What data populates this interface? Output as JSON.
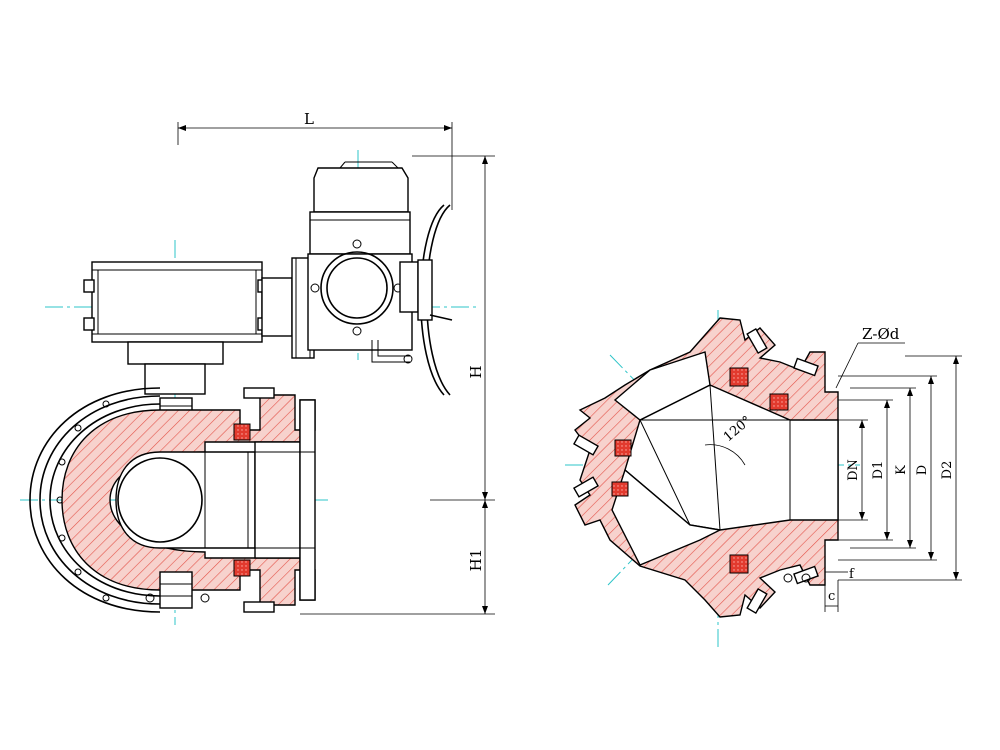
{
  "labels": {
    "L": "L",
    "H": "H",
    "H1": "H1",
    "Zd": "Z-Ød",
    "DN": "DN",
    "D1": "D1",
    "K": "K",
    "D": "D",
    "D2": "D2",
    "f": "f",
    "c": "c"
  },
  "colors": {
    "hatch": "#f2b6b0",
    "hatch_line": "#e4544a",
    "seal": "#e23a2e",
    "centerline": "#2ec4c8"
  }
}
